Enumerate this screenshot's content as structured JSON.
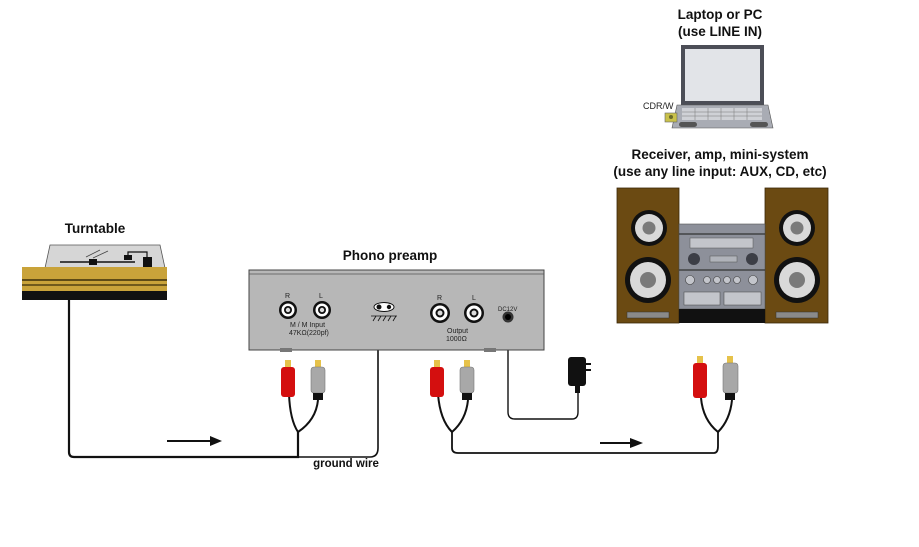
{
  "title": "Turntable to computer / stereo connection diagram",
  "devices": {
    "turntable": {
      "label": "Turntable",
      "colors": {
        "base": "#c9a33a",
        "lid": "#d4d4d4"
      }
    },
    "preamp": {
      "label": "Phono preamp",
      "input": {
        "r": "R",
        "l": "L",
        "line1": "M / M Input",
        "line2": "47KΩ(220pf)"
      },
      "output": {
        "r": "R",
        "l": "L",
        "line1": "Output",
        "line2": "1000Ω"
      },
      "dc_label": "DC12V",
      "color": "#b5b5b5"
    },
    "laptop": {
      "label_line1": "Laptop or PC",
      "label_line2": "(use LINE IN)",
      "drive_label": "CDR/W"
    },
    "receiver": {
      "label_line1": "Receiver, amp, mini-system",
      "label_line2": "(use any line input: AUX, CD, etc)",
      "colors": {
        "speaker": "#6b4a12",
        "unit": "#8d909a"
      }
    }
  },
  "cables": {
    "ground_wire_label": "ground wire",
    "rca_colors": {
      "right": "#d40f0f",
      "left": "#a8a8a8"
    }
  },
  "icons": [
    "turntable-icon",
    "phono-preamp-icon",
    "laptop-icon",
    "stereo-system-icon",
    "rca-plug-icon",
    "power-adapter-icon",
    "arrow-right-icon",
    "ground-terminal-icon"
  ]
}
